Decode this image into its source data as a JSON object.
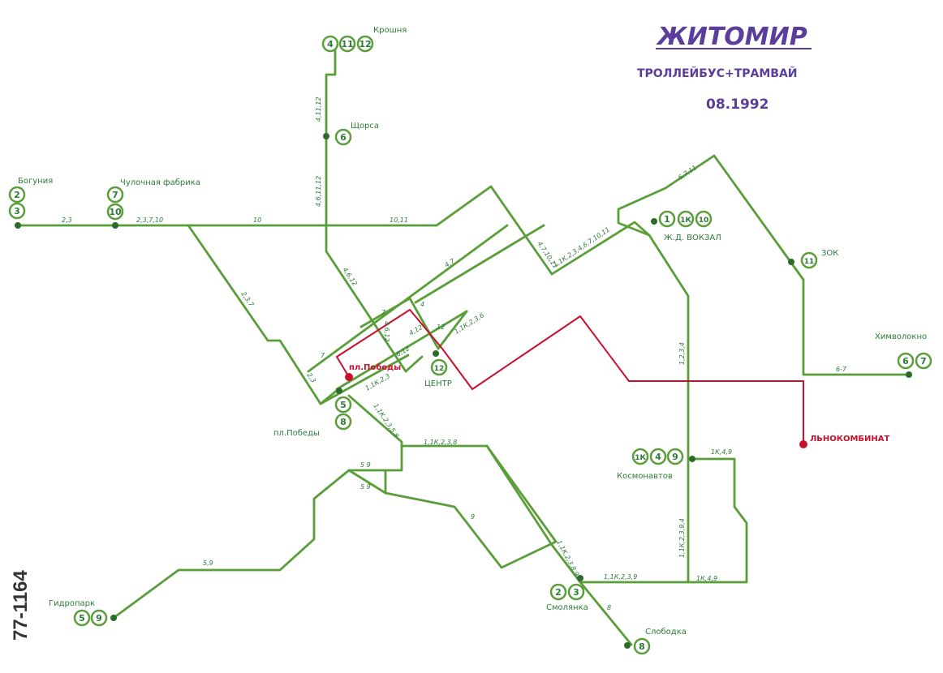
{
  "title": "ЖИТОМИР",
  "subtitle": "ТРОЛЛЕЙБУС+ТРАМВАЙ",
  "date": "08.1992",
  "side_code": "77-1164",
  "colors": {
    "trolleybus": "#5a9e3a",
    "tram": "#c8102e",
    "title": "#5b3d9c",
    "text": "#2d7a3a"
  },
  "stations": {
    "kroshnya": "Крошня",
    "shchorsa": "Щорса",
    "bogunia": "Богуния",
    "chulochnaya": "Чулочная фабрика",
    "zhd_vokzal": "Ж.Д. ВОКЗАЛ",
    "zok": "ЗОК",
    "khimvolokno": "Химволокно",
    "pl_pobedy_tram": "пл.Победы",
    "pl_pobedy": "пл.Победы",
    "centr": "ЦЕНТР",
    "lnokombinat": "ЛЬНОКОМБИНАТ",
    "kosmonavtov": "Космонавтов",
    "gidropark": "Гидропарк",
    "smolyanka": "Смолянка",
    "slobodka": "Слободка"
  },
  "route_badges": {
    "kroshnya": [
      "4",
      "11",
      "12"
    ],
    "shchorsa": [
      "6"
    ],
    "bogunia": [
      "2",
      "3"
    ],
    "chulochnaya": [
      "7",
      "10"
    ],
    "zhd_vokzal": [
      "1",
      "1К",
      "10"
    ],
    "zok": [
      "11"
    ],
    "khimvolokno": [
      "6",
      "7"
    ],
    "centr": [
      "12"
    ],
    "pl_pobedy": [
      "5",
      "8"
    ],
    "kosmonavtov": [
      "1К",
      "4",
      "9"
    ],
    "gidropark": [
      "5",
      "9"
    ],
    "smolyanka": [
      "2",
      "3"
    ],
    "slobodka": [
      "8"
    ]
  },
  "segment_labels": {
    "l1": "4,11,12",
    "l2": "4,6,11,12",
    "l3": "2,3",
    "l4": "2,3,7,10",
    "l5": "10",
    "l6": "10,11",
    "l7": "6,7,11",
    "l8": "4,7,10,11",
    "l9": "1,1К,2,3,4,6,7,10,11",
    "l10": "2,3,7",
    "l11": "4,6,12",
    "l12": "4,7",
    "l13": "7",
    "l14": "4,12",
    "l15": "4",
    "l16": "12",
    "l17": "1,1К,2,3,6",
    "l18": "7",
    "l19": "4,6,12",
    "l20": "6,12",
    "l21": "2,3",
    "l22": "1,1К,2,3",
    "l23": "1,1К,2,3,5,8",
    "l24": "1,1К,2,3,8",
    "l25": "5  9",
    "l26": "5  9",
    "l27": "9",
    "l28": "5,9",
    "l29": "1,1К,2,3,8,9",
    "l30": "8",
    "l31": "1,1К,2,3,9",
    "l32": "1К,4,9",
    "l33": "1К,4,9",
    "l34": "1,1К,2,3,9,4",
    "l35": "1,2,3,4",
    "l36": "6-7"
  }
}
